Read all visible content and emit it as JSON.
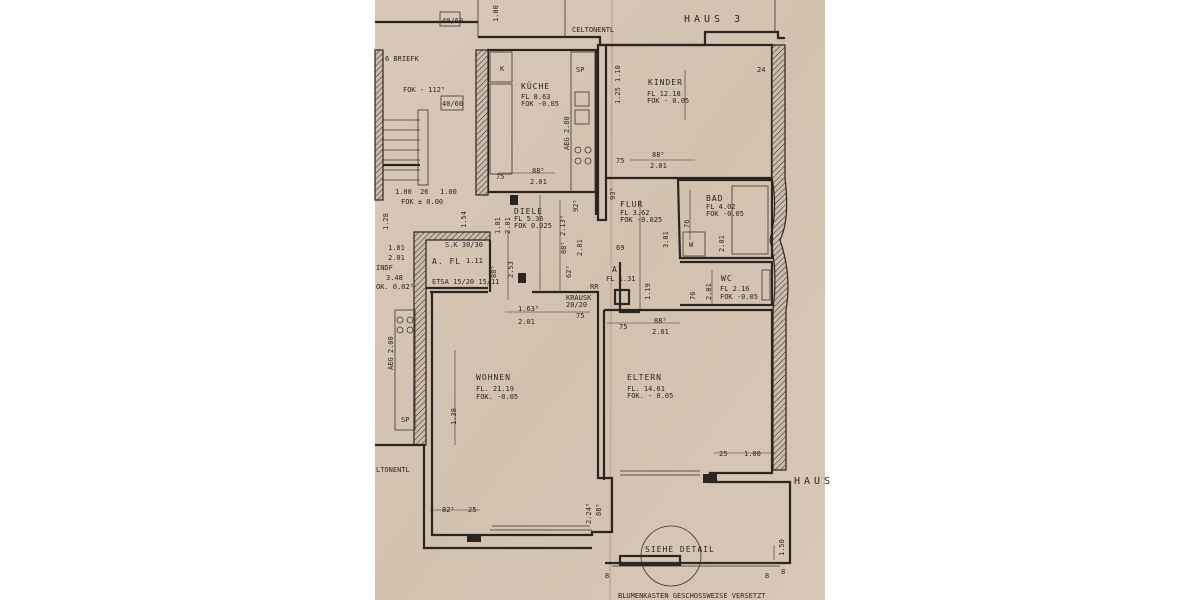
{
  "plan": {
    "paper_color": "#d7c6b6",
    "ink_color": "#2b2520",
    "house_label": "HAUS 3",
    "house_label_right": "HAUS",
    "note_bottom": "BLUMENKASTEN GESCHOSSWEISE VERSETZT",
    "detail_label": "SIEHE DETAIL",
    "rooms": {
      "kueche": {
        "name": "KÜCHE",
        "fl": "FL   8.63",
        "fok": "FOK -0.05"
      },
      "kinder": {
        "name": "KINDER",
        "fl": "FL    12.18",
        "fok": "FOK  - 0.05"
      },
      "diele": {
        "name": "DIELE",
        "fl": "FL   5.36",
        "fok": "FOK 0.025"
      },
      "flur": {
        "name": "FLUR",
        "fl": "FL  3.62",
        "fok": "FOK -0.025"
      },
      "bad": {
        "name": "BAD",
        "fl": "FL  4.02",
        "fok": "FOK -0.05"
      },
      "wc": {
        "name": "WC",
        "fl": "FL  2.16",
        "fok": "FOK -0.05"
      },
      "wohnen": {
        "name": "WOHNEN",
        "fl": "FL.    21.19",
        "fok": "FOK.   -0.05"
      },
      "eltern": {
        "name": "ELTERN",
        "fl": "FL.    14.61",
        "fok": "FOK.  - 0.05"
      },
      "abstell_left": {
        "name": "A. FL",
        "fl": "1.11"
      },
      "abstell_mid": {
        "name": "A",
        "fl": "FL 1.31"
      }
    },
    "labels": {
      "celtonentl_top": "CELTONENTL",
      "celtonentl_left": "LTONENTL",
      "briefk": "6 BRIEFK",
      "fok_stair": "FOK - 112⁵",
      "fok_entry": "FOK ± 0.00",
      "box_top": "40/60",
      "box_mid": "40/60",
      "k": "K",
      "sp_kitchen": "SP",
      "sp_left": "SP",
      "w": "W",
      "sk": "S.K 30/30",
      "etsa": "ETSA 15/20 15/11",
      "rr": "RR",
      "krausk": "KRAUSK",
      "krausk_size": "20/20",
      "indf": "INDF",
      "indf_fl": "3.48",
      "indf_fok": "OK. 0.02⁵",
      "aeg_kitchen": "AEG 2.80",
      "aeg_left": "AEG 2.00"
    },
    "dimensions": [
      "1.00",
      "1.10",
      "1.25",
      "24",
      "75",
      "88⁵",
      "2.01",
      "75",
      "88⁵",
      "2.01",
      "1.00",
      "26",
      "1.00",
      "1.28",
      "1.54",
      "1.01",
      "2.01",
      "2.13⁵",
      "92⁵",
      "93⁵",
      "88⁵",
      "2.01",
      "69",
      "3.01",
      "76",
      "2.01",
      "88⁵",
      "2.53",
      "62⁵",
      "1.19",
      "76",
      "2.01",
      "1.01",
      "2.01",
      "1.63⁵",
      "2.01",
      "75",
      "75",
      "88⁵",
      "2.01",
      "1.30",
      "25",
      "1.00",
      "82⁵",
      "25",
      "2.24⁵",
      "88⁵",
      "8",
      "8",
      "1.50",
      "8"
    ]
  }
}
